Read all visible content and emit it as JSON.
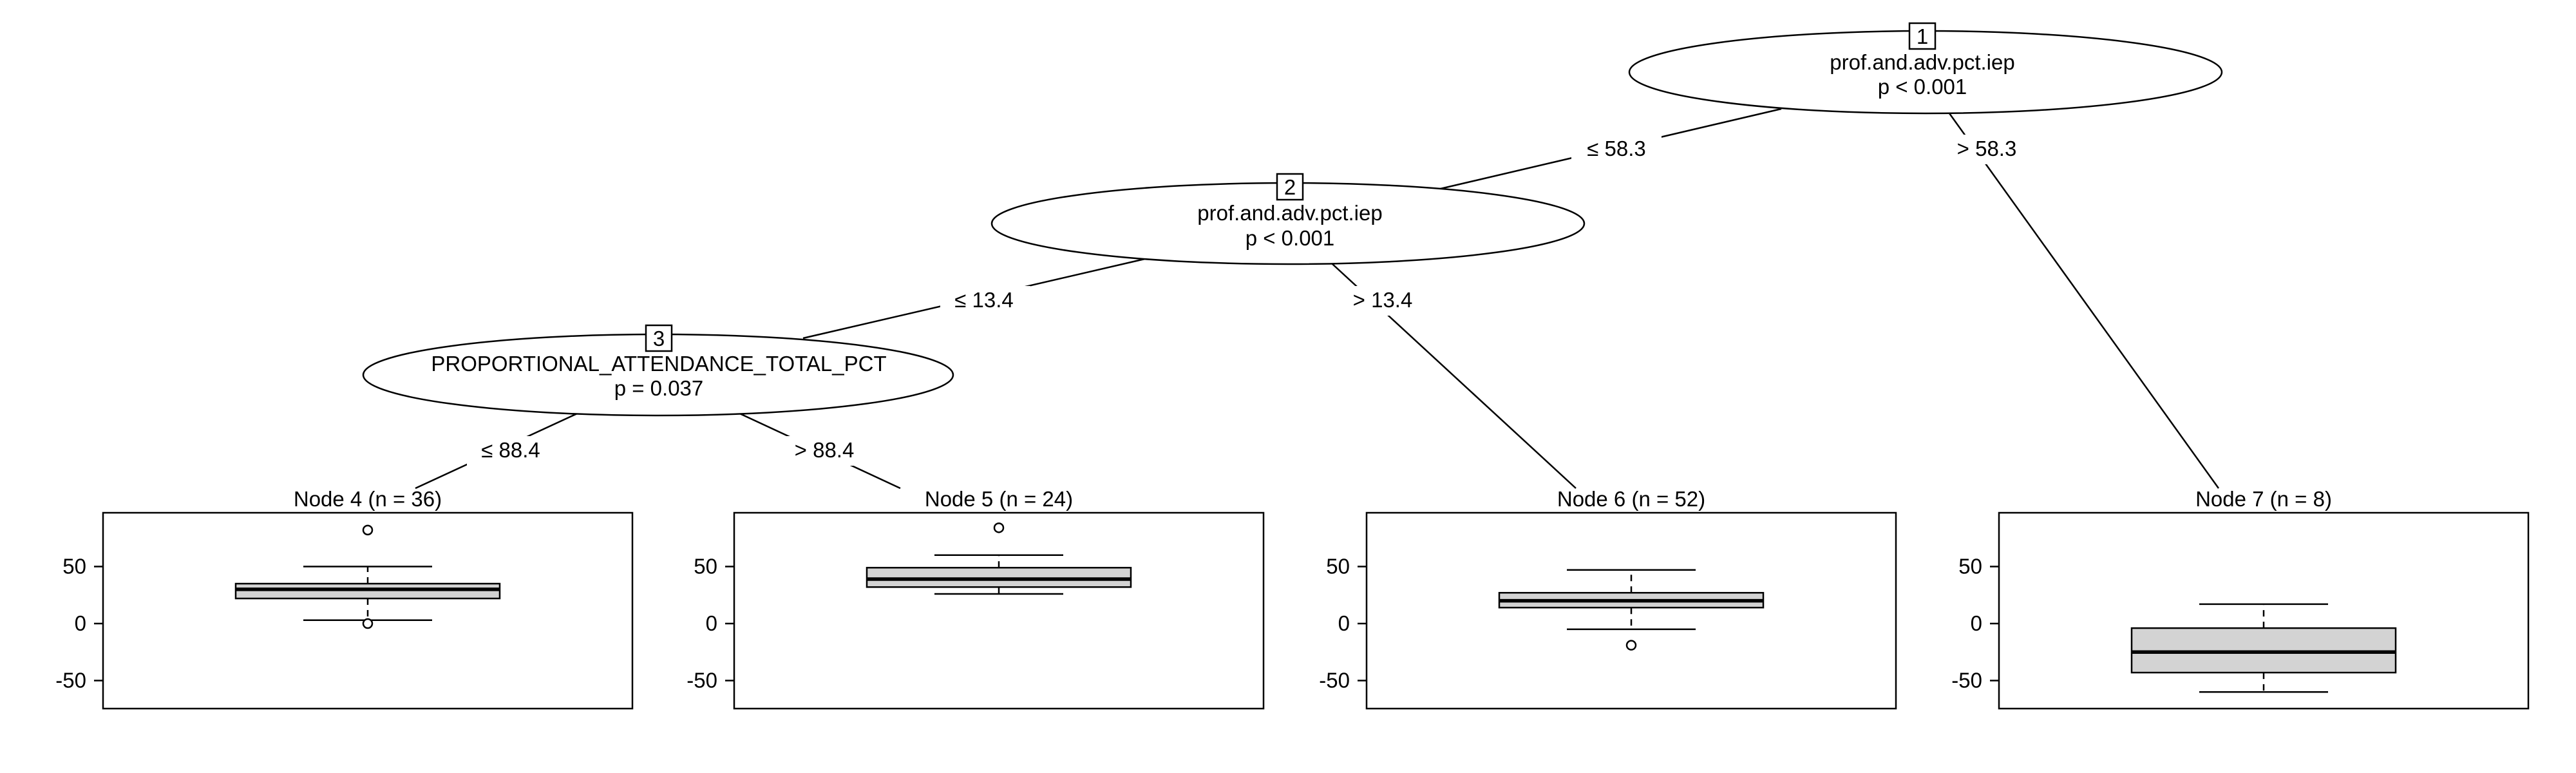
{
  "tree": {
    "inner_nodes": [
      {
        "id": "1",
        "variable": "prof.and.adv.pct.iep",
        "p_value": "p < 0.001"
      },
      {
        "id": "2",
        "variable": "prof.and.adv.pct.iep",
        "p_value": "p < 0.001"
      },
      {
        "id": "3",
        "variable": "PROPORTIONAL_ATTENDANCE_TOTAL_PCT",
        "p_value": "p = 0.037"
      }
    ],
    "edges": [
      {
        "from": "1",
        "to": "2",
        "label": "≤ 58.3"
      },
      {
        "from": "1",
        "to": "7",
        "label": "> 58.3"
      },
      {
        "from": "2",
        "to": "3",
        "label": "≤ 13.4"
      },
      {
        "from": "2",
        "to": "6",
        "label": "> 13.4"
      },
      {
        "from": "3",
        "to": "4",
        "label": "≤ 88.4"
      },
      {
        "from": "3",
        "to": "5",
        "label": "> 88.4"
      }
    ],
    "terminal_nodes": [
      {
        "id": "4",
        "title": "Node 4 (n = 36)",
        "box": {
          "whisker_low": 3,
          "q1": 22,
          "median": 30,
          "q3": 35,
          "whisker_high": 50,
          "outliers": [
            82,
            0
          ]
        }
      },
      {
        "id": "5",
        "title": "Node 5 (n = 24)",
        "box": {
          "whisker_low": 26,
          "q1": 32,
          "median": 39,
          "q3": 49,
          "whisker_high": 60,
          "outliers": [
            84
          ]
        }
      },
      {
        "id": "6",
        "title": "Node 6 (n = 52)",
        "box": {
          "whisker_low": -5,
          "q1": 14,
          "median": 20,
          "q3": 27,
          "whisker_high": 47,
          "outliers": [
            -19
          ]
        }
      },
      {
        "id": "7",
        "title": "Node 7 (n = 8)",
        "box": {
          "whisker_low": -60,
          "q1": -43,
          "median": -25,
          "q3": -4,
          "whisker_high": 17,
          "outliers": []
        }
      }
    ],
    "y_axis": {
      "ylim": [
        -75,
        100
      ],
      "ticks": [
        50,
        0,
        -50
      ],
      "tick_labels": [
        "50",
        "0",
        "-50"
      ]
    },
    "colors": {
      "box_fill": "#d3d3d3",
      "stroke": "#000000"
    }
  }
}
